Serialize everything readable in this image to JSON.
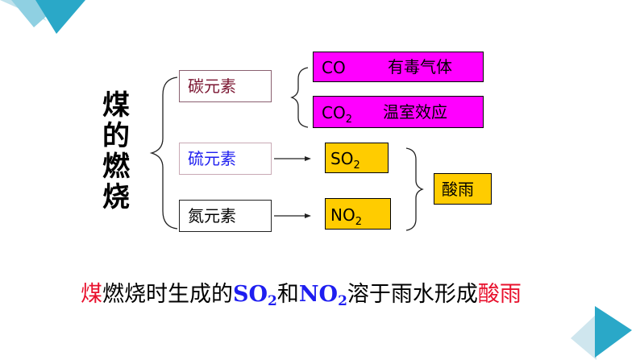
{
  "title": {
    "chars": [
      "煤",
      "的",
      "燃",
      "烧"
    ]
  },
  "elements": {
    "carbon": "碳元素",
    "sulfur": "硫元素",
    "nitrogen": "氮元素"
  },
  "products": {
    "co": {
      "formula": "CO",
      "desc": "有毒气体"
    },
    "co2": {
      "formula": "CO",
      "sub": "2",
      "desc": "温室效应"
    },
    "so2": {
      "formula": "SO",
      "sub": "2"
    },
    "no2": {
      "formula": "NO",
      "sub": "2"
    }
  },
  "result": "酸雨",
  "summary": {
    "p1": "煤",
    "p2": "燃烧时生成的",
    "so": "SO",
    "so_sub": "2",
    "p3": "和",
    "no": "NO",
    "no_sub": "2",
    "p4": "溶于雨水形成",
    "p5": "酸雨"
  },
  "colors": {
    "magenta": "#ff00ff",
    "gold": "#ffcc00",
    "red": "#e8112d",
    "blue": "#1e1ef0",
    "maroon": "#7a1430",
    "teal": "#2aa8c8"
  }
}
